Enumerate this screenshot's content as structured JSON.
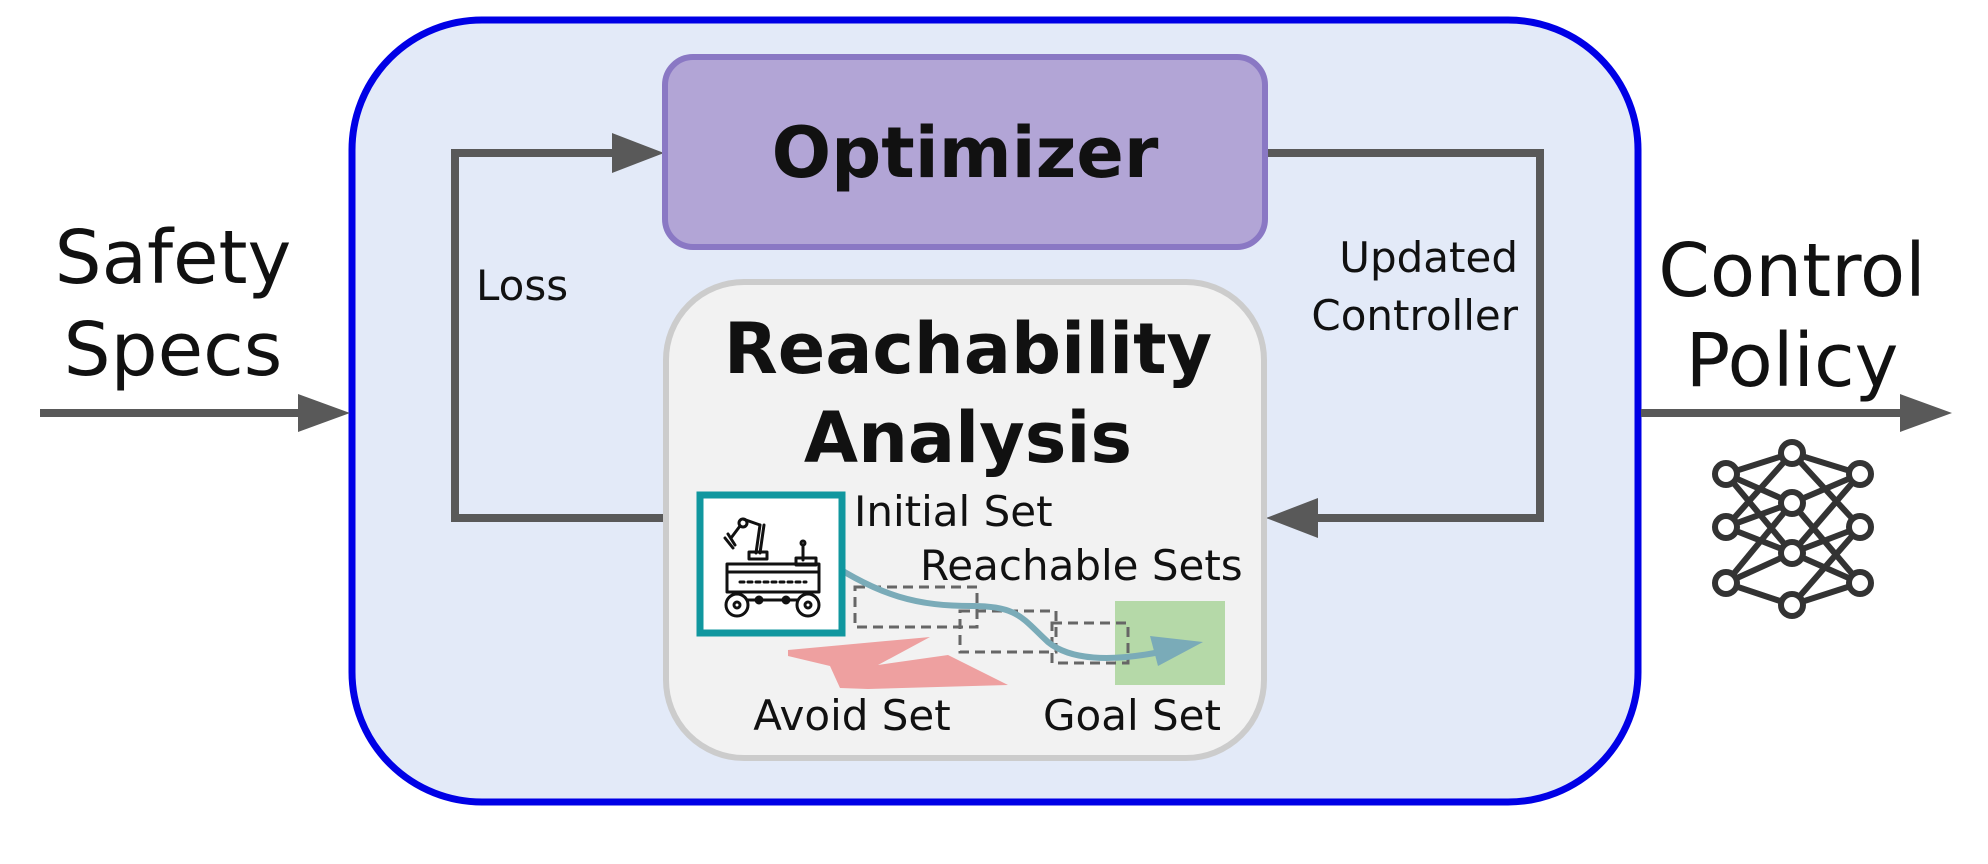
{
  "inputs": {
    "safety_specs_line1": "Safety",
    "safety_specs_line2": "Specs"
  },
  "outputs": {
    "control_policy_line1": "Control",
    "control_policy_line2": "Policy",
    "neural_network_icon": "neural-network-icon"
  },
  "loop": {
    "optimizer_label": "Optimizer",
    "loss_label": "Loss",
    "updated_controller_line1": "Updated",
    "updated_controller_line2": "Controller"
  },
  "reachability": {
    "title_line1": "Reachability",
    "title_line2": "Analysis",
    "initial_set_label": "Initial Set",
    "reachable_sets_label": "Reachable Sets",
    "avoid_set_label": "Avoid Set",
    "goal_set_label": "Goal Set",
    "robot_icon": "robot-rover-icon"
  },
  "colors": {
    "outer_border": "#0000e6",
    "outer_fill": "#e3eaf8",
    "optimizer_fill": "#b2a5d6",
    "optimizer_border": "#8a78c4",
    "reach_fill": "#f2f2f2",
    "reach_border": "#cccccc",
    "arrow": "#595959",
    "initial_set_border": "#10979f",
    "trajectory": "#7aabb8",
    "avoid_set": "#eea0a0",
    "goal_set": "#b5d9a8"
  }
}
